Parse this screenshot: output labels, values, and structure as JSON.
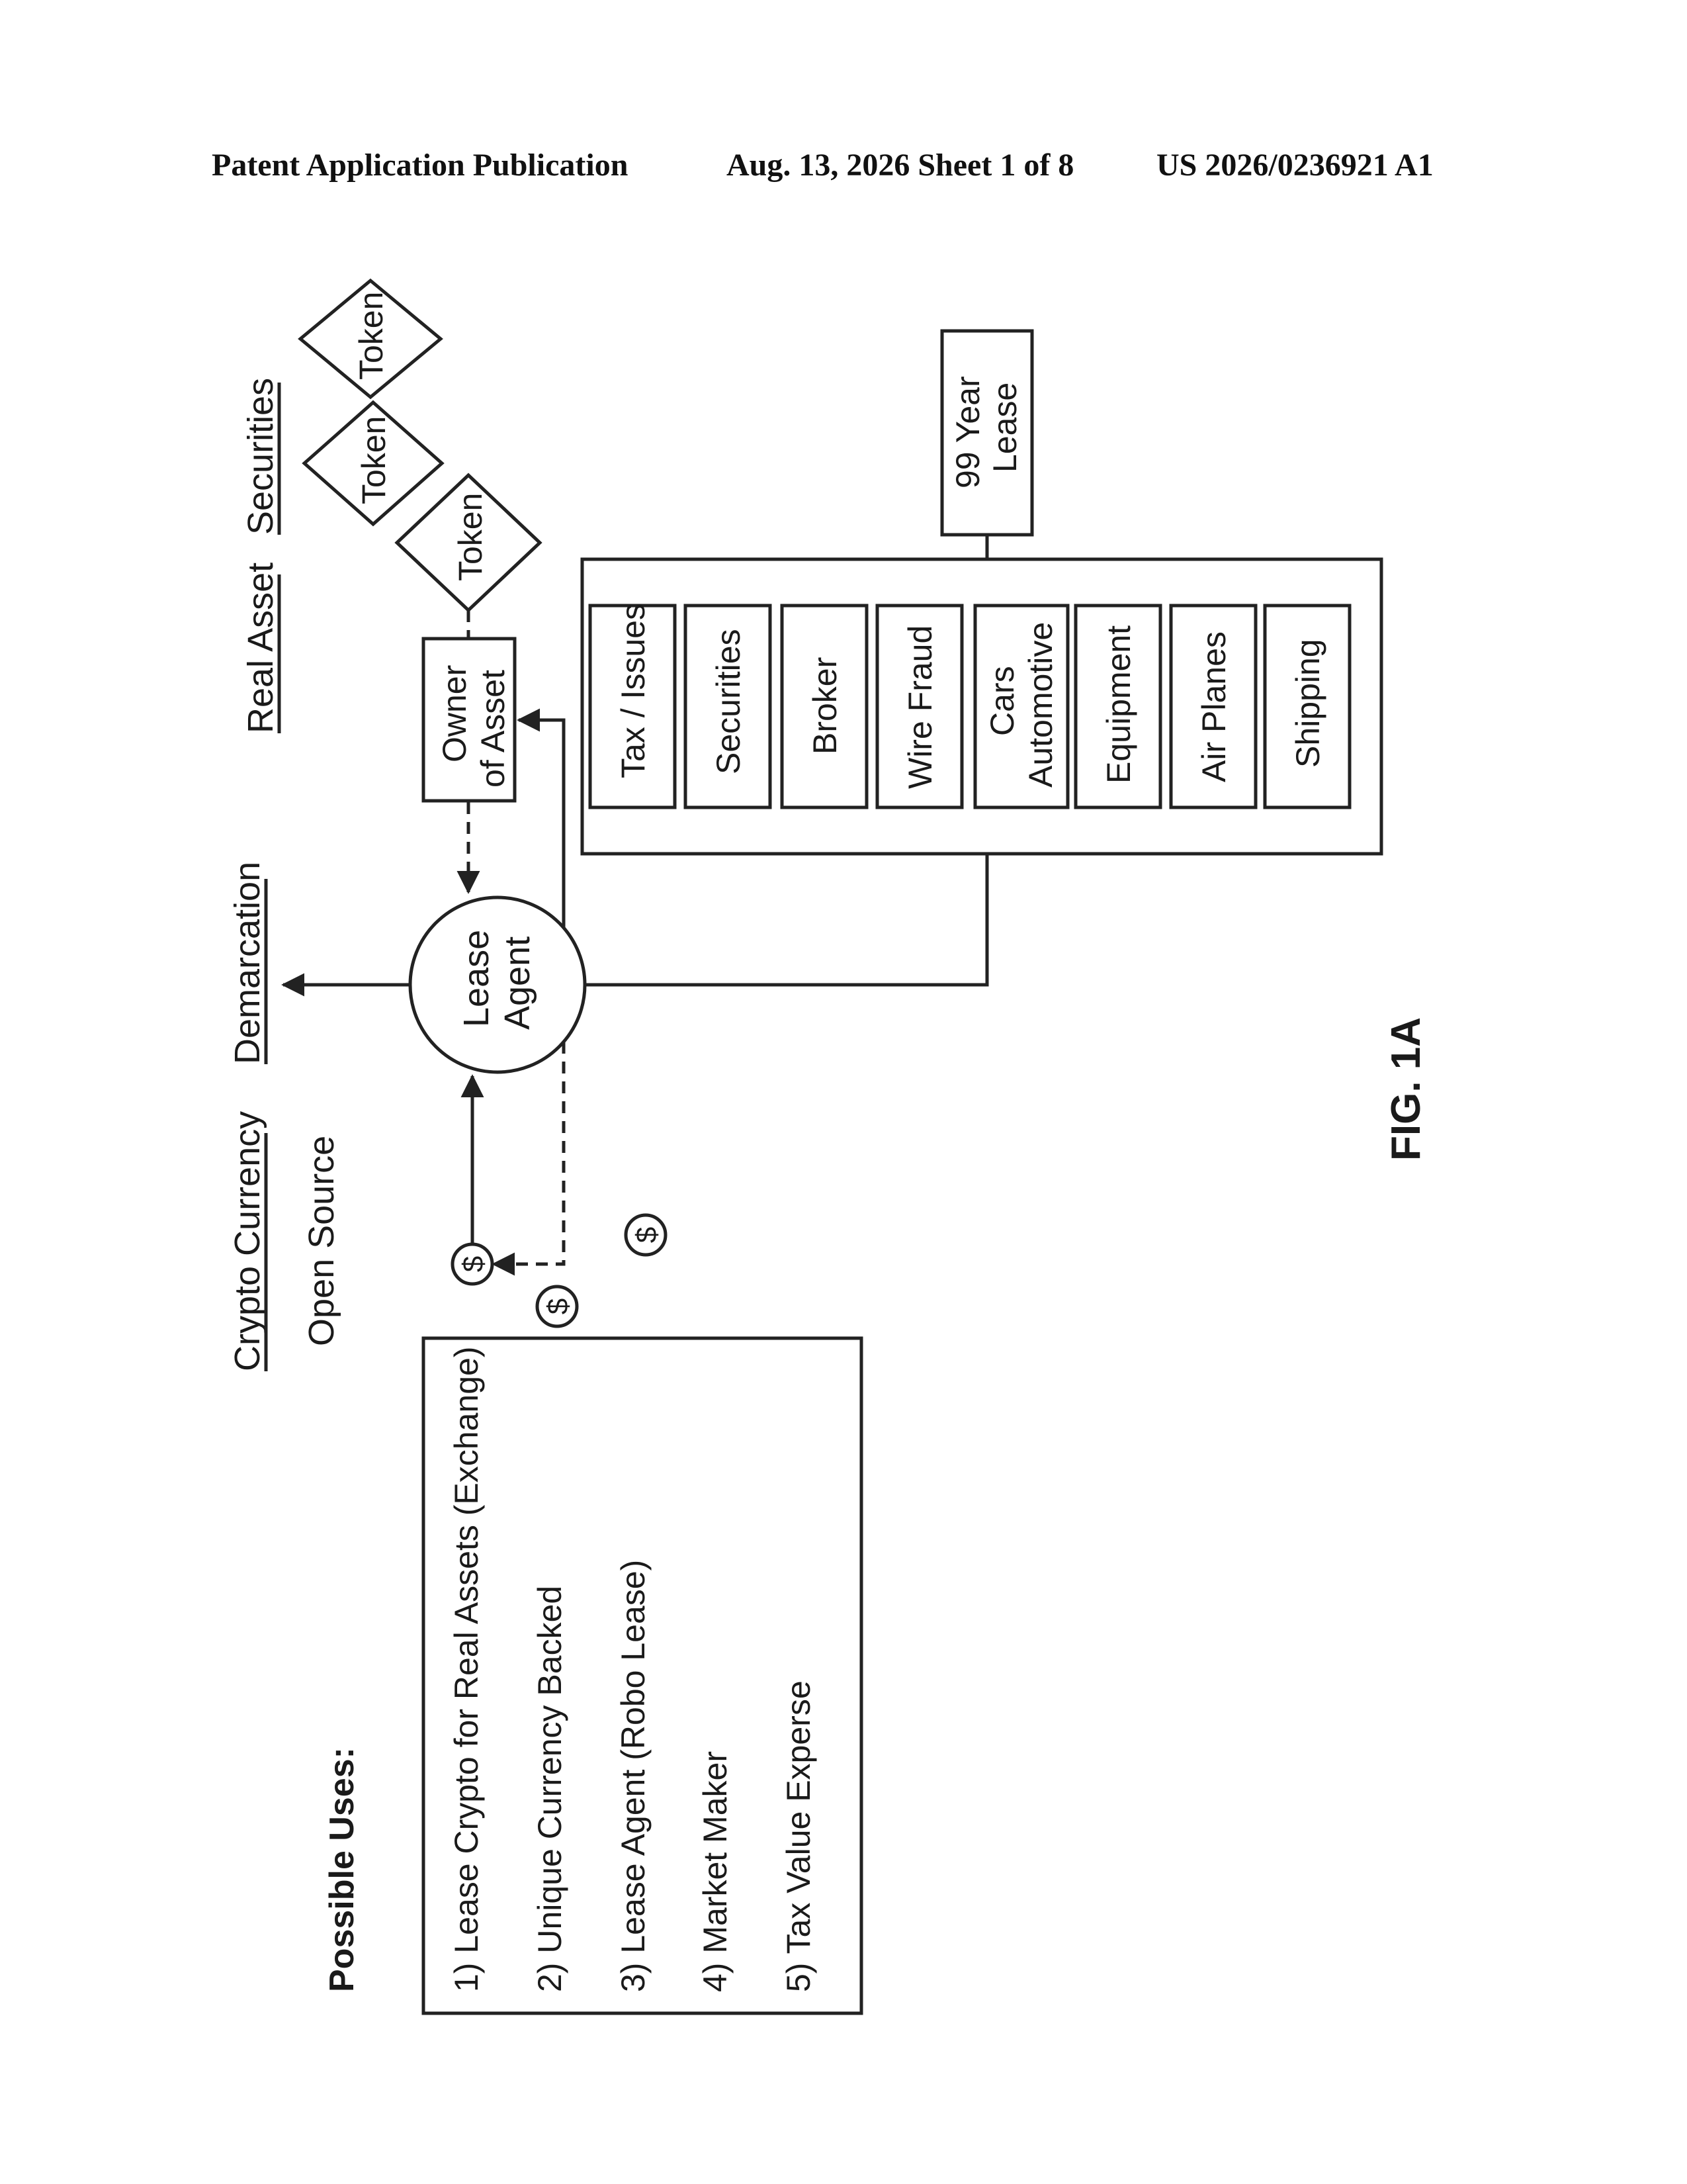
{
  "header": {
    "left": "Patent Application Publication",
    "middle": "Aug. 13, 2026  Sheet 1 of 8",
    "right": "US 2026/0236921 A1"
  },
  "figure_label": "FIG. 1A",
  "top_labels": {
    "crypto_currency": "Crypto Currency",
    "open_source": "Open Source",
    "demarcation": "Demarcation",
    "real_asset": "Real Asset",
    "securities": "Securities"
  },
  "tokens": [
    "Token",
    "Token",
    "Token"
  ],
  "owner": {
    "line1": "Owner",
    "line2": "of Asset"
  },
  "lease_agent": {
    "line1": "Lease",
    "line2": "Agent"
  },
  "dollar_symbol": "$",
  "lease_99": {
    "line1": "99 Year",
    "line2": "Lease"
  },
  "categories": [
    {
      "line1": "Tax / Issues"
    },
    {
      "line1": "Securities"
    },
    {
      "line1": "Broker"
    },
    {
      "line1": "Wire Fraud"
    },
    {
      "line1": "Cars",
      "line2": "Automotive"
    },
    {
      "line1": "Equipment"
    },
    {
      "line1": "Air Planes"
    },
    {
      "line1": "Shipping"
    }
  ],
  "possible_uses": {
    "title": "Possible Uses:",
    "items": [
      "1) Lease Crypto for Real Assets (Exchange)",
      "2) Unique Currency Backed",
      "3) Lease Agent (Robo Lease)",
      "4) Market Maker",
      "5) Tax Value Experse"
    ]
  }
}
